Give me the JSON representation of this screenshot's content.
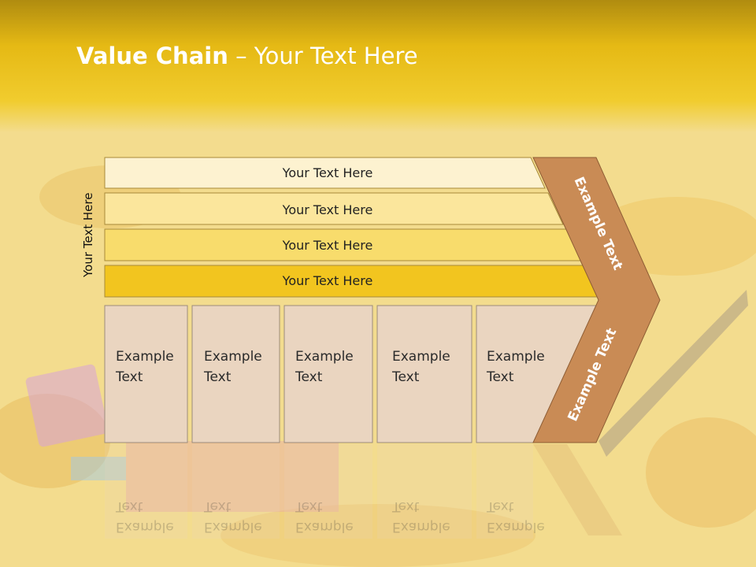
{
  "title": {
    "bold": "Value Chain",
    "rest": " – Your Text Here"
  },
  "side_label": "Your Text Here",
  "bars": [
    {
      "label": "Your Text Here",
      "color": "#fdf2d0"
    },
    {
      "label": "Your Text Here",
      "color": "#fbe69c"
    },
    {
      "label": "Your Text Here",
      "color": "#f8dc6c"
    },
    {
      "label": "Your Text Here",
      "color": "#f2c51f"
    }
  ],
  "boxes": [
    {
      "line1": "Example",
      "line2": "Text"
    },
    {
      "line1": "Example",
      "line2": "Text"
    },
    {
      "line1": "Example",
      "line2": "Text"
    },
    {
      "line1": "Example",
      "line2": "Text"
    },
    {
      "line1": "Example",
      "line2": "Text"
    }
  ],
  "chevron": {
    "top_label": "Example Text",
    "bottom_label": "Example Text",
    "color": "#c98b55"
  },
  "colors": {
    "header": "#e9bd14",
    "box_fill": "#ead5c0"
  }
}
